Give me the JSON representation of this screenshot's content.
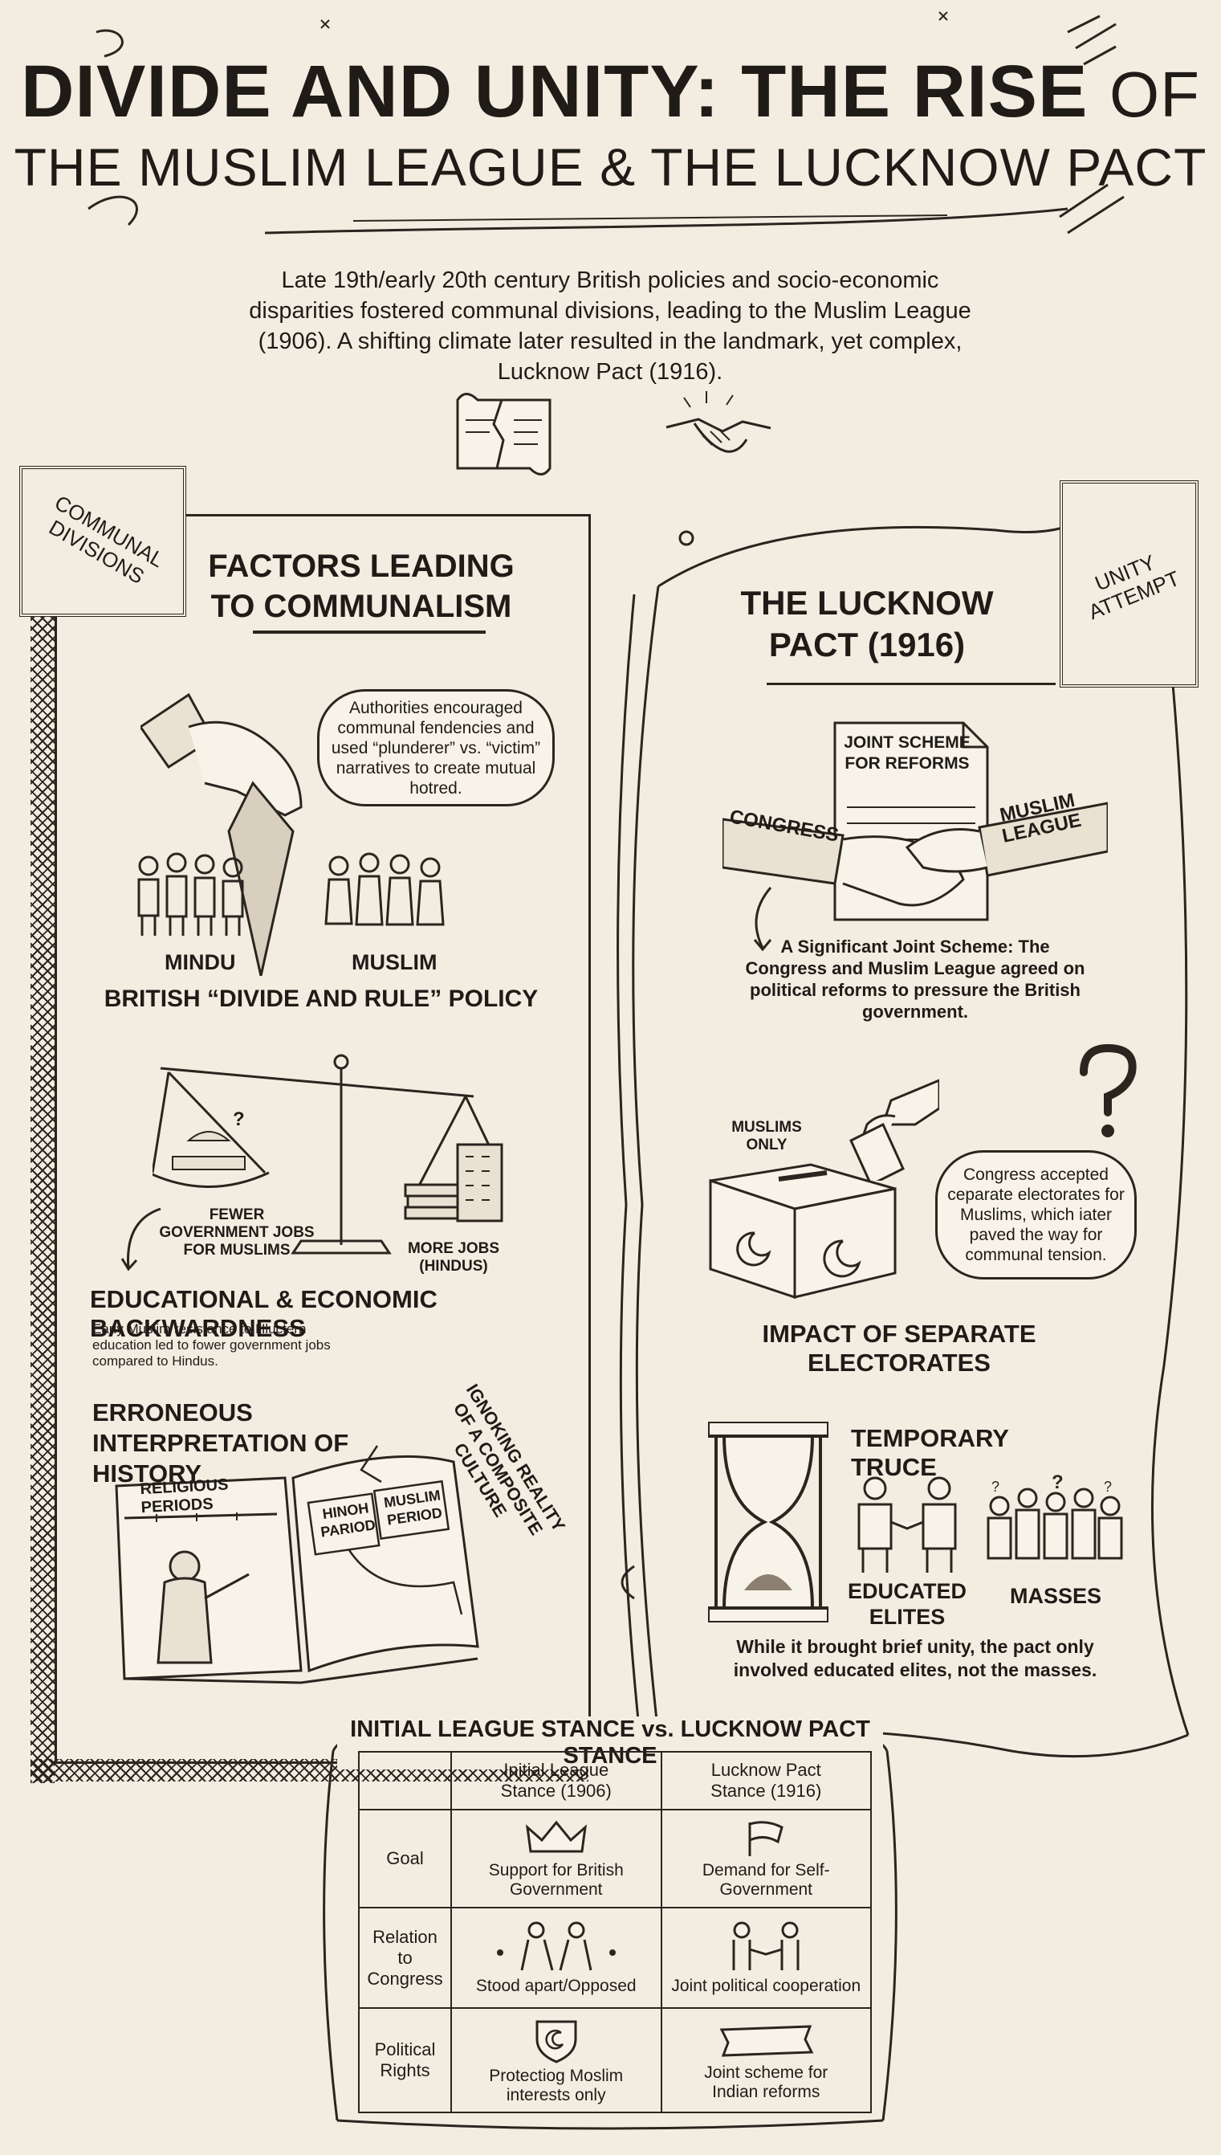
{
  "title": {
    "line1_main": "DIVIDE AND UNITY: THE RISE",
    "line1_of": "OF",
    "line2": "THE MUSLIM LEAGUE & THE LUCKNOW PACT"
  },
  "intro": "Late 19th/early 20th century British policies and socio-economic disparities fostered communal divisions, leading to the Muslim League (1906). A shifting climate later resulted in the landmark, yet complex, Lucknow Pact (1916).",
  "left_panel": {
    "stamp": "COMMUNAL DIVISIONS",
    "heading": "FACTORS LEADING TO COMMUNALISM",
    "divide_rule": {
      "thought": "Authorities encouraged communal fendencies and used “plunderer” vs. “victim” narratives to create mutual hotred.",
      "label_left": "MINDU",
      "label_right": "MUSLIM",
      "caption": "BRITISH “DIVIDE AND RULE” POLICY"
    },
    "backwardness": {
      "scale_left_mark": "?",
      "label_left": "FEWER GOVERNMENT JOBS FOR MUSLIMS",
      "label_right": "MORE JOBS (HINDUS)",
      "caption": "EDUCATIONAL & ECONOMIC BACKWARDNESS",
      "detail": "Early Muslim resistance to Hluctern education led to fower government jobs compared to Hindus."
    },
    "history": {
      "caption": "ERRONEOUS INTERPRETATION OF HISTORY",
      "page_label": "RELIGIOUS PERIODS",
      "box1": "HINOH PARIOD",
      "box2": "MUSLIM PERIOD",
      "arc_text": "IGNOKING REALITY OF A COMPOSITE CULTURE"
    }
  },
  "right_panel": {
    "stamp": "UNITY ATTEMPT",
    "heading": "THE LUCKNOW PACT (1916)",
    "scheme": {
      "doc_title": "JOINT SCHEME FOR REFORMS",
      "left_sleeve": "CONGRESS",
      "right_sleeve": "MUSLIM LEAGUE",
      "caption": "A Significant Joint Scheme: The Congress and Muslim League agreed on political reforms to pressure the British government."
    },
    "electorates": {
      "ballot_label": "MUSLIMS ONLY",
      "thought": "Congress accepted ceparate electorates for Muslims, which iater paved the way for communal tension.",
      "caption": "IMPACT OF SEPARATE ELECTORATES"
    },
    "truce": {
      "heading": "TEMPORARY TRUCE",
      "elites": "EDUCATED ELITES",
      "masses": "MASSES",
      "caption": "While it brought brief unity, the pact only involved educated elites, not the masses."
    }
  },
  "comparison": {
    "title": "INITIAL LEAGUE STANCE vs. LUCKNOW PACT STANCE",
    "col1": "Initial League Stance (1906)",
    "col2": "Lucknow Pact Stance (1916)",
    "rows": [
      {
        "label": "Goal",
        "c1": "Support for British Government",
        "c2": "Demand for Self-Government",
        "i1": "crown-icon",
        "i2": "flag-icon"
      },
      {
        "label": "Relation to Congress",
        "c1": "Stood apart/Opposed",
        "c2": "Joint political cooperation",
        "i1": "apart-figures-icon",
        "i2": "handshake-figures-icon"
      },
      {
        "label": "Political Rights",
        "c1": "Protectiog Moslim interests only",
        "c2": "Joint scheme for Indian reforms",
        "i1": "crescent-shield-icon",
        "i2": "scroll-banner-icon"
      }
    ]
  }
}
